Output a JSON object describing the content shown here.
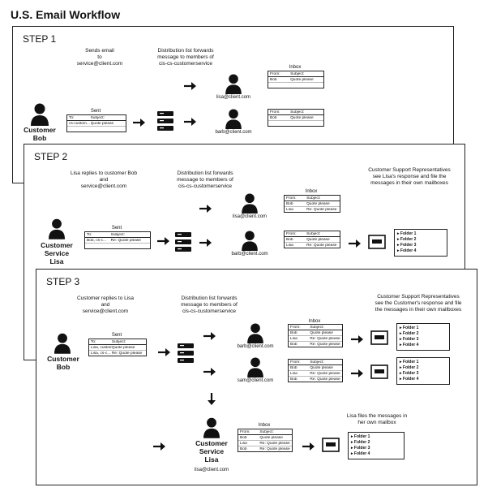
{
  "title": "U.S. Email Workflow",
  "step1": {
    "label": "STEP 1",
    "caption_sends": "Sends email\nto\nservice@client.com",
    "caption_dist": "Distribution list forwards\nmessage to members of\ncis-cs-customerservice",
    "customer_label": "Customer\nBob",
    "sent_title": "Sent",
    "sent_rows": [
      [
        "To:",
        "Subject:"
      ],
      [
        "cs-custom...",
        "Quote please"
      ]
    ],
    "lisa_email": "lisa@client.com",
    "barb_email": "barb@client.com",
    "inbox_title": "Inbox",
    "inbox1_rows": [
      [
        "From:",
        "Subject:"
      ],
      [
        "Bob",
        "Quote please"
      ],
      [
        "",
        ""
      ]
    ],
    "inbox2_rows": [
      [
        "From:",
        "Subject:"
      ],
      [
        "Bob",
        "Quote please"
      ],
      [
        "",
        ""
      ]
    ]
  },
  "step2": {
    "label": "STEP 2",
    "caption_replies": "Lisa replies to customer Bob\nand\nservice@client.com",
    "caption_dist": "Distribution list forwards\nmessage to members of\ncis-cs-customerservice",
    "caption_csr": "Customer Support Representatives\nsee Lisa's response and file the\nmessages in their own mailboxes",
    "customer_label": "Customer\nService\nLisa",
    "sent_title": "Sent",
    "sent_rows": [
      [
        "To:",
        "Subject:"
      ],
      [
        "Bob, cs-c...",
        "Re: Quote please"
      ]
    ],
    "inbox_title": "Inbox",
    "lisa_email": "lisa@client.com",
    "barb_email": "barb@client.com",
    "inbox1_rows": [
      [
        "From:",
        "Subject:"
      ],
      [
        "Bob",
        "Quote please"
      ],
      [
        "Lisa",
        "Re: Quote please"
      ]
    ],
    "inbox2_rows": [
      [
        "From:",
        "Subject:"
      ],
      [
        "Bob",
        "Quote please"
      ],
      [
        "Lisa",
        "Re: Quote please"
      ]
    ],
    "folders": [
      "Folder 1",
      "Folder 2",
      "Folder 3",
      "Folder 4"
    ]
  },
  "step3": {
    "label": "STEP 3",
    "caption_replies": "Customer replies to Lisa\nand\nservice@client.com",
    "caption_dist": "Distribution list forwards\nmessage to members of\ncis-cs-customerservice",
    "caption_csr": "Customer Support Representatives\nsee the Customer's response and file\nthe messages in their own mailboxes",
    "caption_lisa_files": "Lisa files the messages in\nher own mailbox",
    "customer_label": "Customer\nBob",
    "sent_title": "Sent",
    "sent_rows": [
      [
        "To:",
        "Subject:"
      ],
      [
        "Lisa, custom...",
        "Quote please"
      ],
      [
        "Lisa, cs-c...",
        "Re: Quote please"
      ]
    ],
    "inbox_title": "Inbox",
    "barb_email": "barb@client.com",
    "sam_email": "sam@client.com",
    "lisa_email": "lisa@client.com",
    "lisa_label": "Customer\nService\nLisa",
    "inbox_barb_rows": [
      [
        "From:",
        "Subject:"
      ],
      [
        "Bob",
        "Quote please"
      ],
      [
        "Lisa",
        "Re: Quote please"
      ],
      [
        "Bob",
        "Re: Quote please"
      ]
    ],
    "inbox_sam_rows": [
      [
        "From:",
        "Subject:"
      ],
      [
        "Bob",
        "Quote please"
      ],
      [
        "Lisa",
        "Re: Quote please"
      ],
      [
        "Bob",
        "Re: Quote please"
      ]
    ],
    "inbox_lisa_rows": [
      [
        "From:",
        "Subject:"
      ],
      [
        "Bob",
        "Quote please"
      ],
      [
        "Lisa",
        "Re: Quote please"
      ],
      [
        "Bob",
        "Re: Quote please"
      ]
    ],
    "folders": [
      "Folder 1",
      "Folder 2",
      "Folder 3",
      "Folder 4"
    ]
  },
  "icons": [
    "person-icon",
    "server-icon",
    "arrow-icon",
    "mailbox-icon"
  ]
}
